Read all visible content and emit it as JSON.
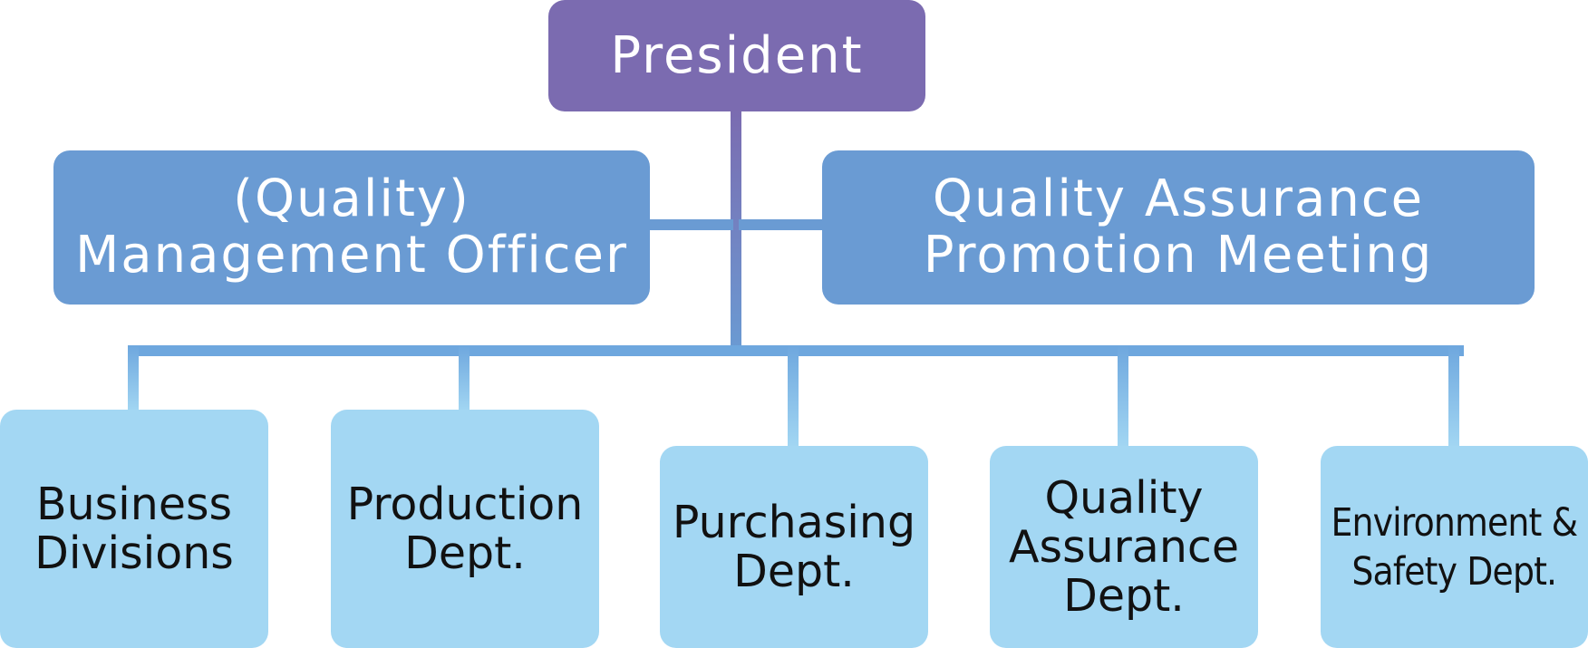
{
  "colors": {
    "president_fill": "#7b6bb0",
    "middle_fill": "#6a9bd3",
    "bottom_fill": "#a3d7f3",
    "light_text": "#ffffff",
    "dark_text": "#111111",
    "trunk_top": "#7b6bb0",
    "trunk_bottom": "#6a9bd3",
    "branch_top": "#6ea7de",
    "branch_bottom": "#a3d7f3"
  },
  "president": {
    "label": "President"
  },
  "management_officer": {
    "line1": "(Quality)",
    "line2": "Management Officer"
  },
  "qa_meeting": {
    "line1": "Quality Assurance",
    "line2": "Promotion Meeting"
  },
  "departments": [
    {
      "line1": "Business",
      "line2": "Divisions"
    },
    {
      "line1": "Production",
      "line2": "Dept."
    },
    {
      "line1": "Purchasing",
      "line2": "Dept."
    },
    {
      "line1": "Quality",
      "line2": "Assurance",
      "line3": "Dept."
    },
    {
      "line1": "Environment &",
      "line2": "Safety Dept."
    }
  ]
}
